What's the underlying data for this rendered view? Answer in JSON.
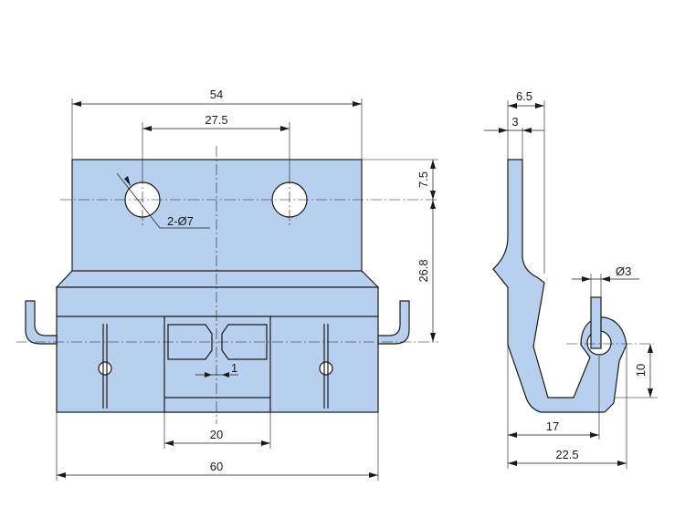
{
  "drawing": {
    "part_color": "#b8d0ee",
    "line_color": "#1b1b1b",
    "front_view": {
      "dim_overall_width": "54",
      "dim_hole_spacing": "27.5",
      "dim_hole_callout": "2-Ø7",
      "dim_base_width": "60",
      "dim_slot_width": "20",
      "dim_gap": "1"
    },
    "right_view": {
      "dim_top_offset": "7.5",
      "dim_height": "26.8",
      "dim_outer_thickness": "6.5",
      "dim_thickness": "3",
      "dim_pin_diameter": "Ø3",
      "dim_pin_height": "10",
      "dim_depth": "17",
      "dim_total_depth": "22.5"
    }
  }
}
